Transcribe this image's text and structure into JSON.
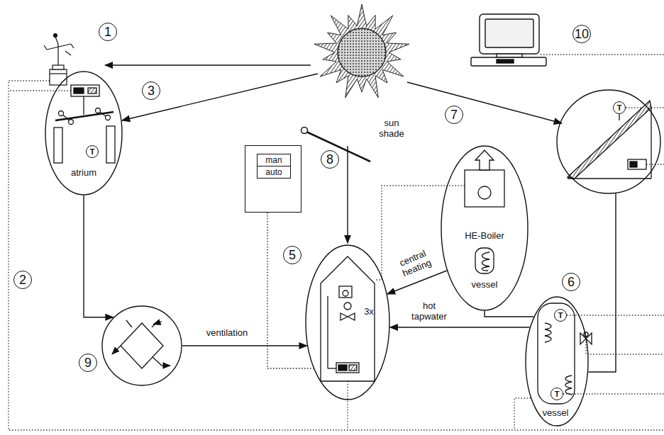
{
  "diagram": {
    "nodes": [
      {
        "text": [
          "3",
          "atrium"
        ]
      },
      {
        "text": [
          "man",
          "auto"
        ]
      },
      {
        "text": [
          "HE-Boiler",
          "vessel"
        ]
      },
      {
        "text": [
          "T"
        ]
      },
      {
        "text": [
          "9"
        ]
      },
      {
        "text": [
          "5",
          "3x"
        ]
      },
      {
        "text": [
          "6",
          "vessel"
        ]
      }
    ],
    "edges": [
      {
        "from": 0,
        "to": 4,
        "arrow": "to"
      },
      {
        "from": 4,
        "to": 5,
        "label": "ventilation",
        "arrow": "to"
      },
      {
        "from": 2,
        "to": 5,
        "label": "central heating",
        "arrow": "to"
      },
      {
        "from": 6,
        "to": 5,
        "label": "hot tapwater",
        "arrow": "to"
      },
      {
        "from": 2,
        "to": 6,
        "arrow": "none"
      },
      {
        "from": 3,
        "to": 6,
        "arrow": "none"
      },
      {
        "from": 1,
        "to": 5,
        "arrow": "none"
      }
    ],
    "labels": [
      "1",
      "10",
      "sun shade",
      "7",
      "8",
      "T",
      "2",
      "T",
      "T"
    ]
  }
}
